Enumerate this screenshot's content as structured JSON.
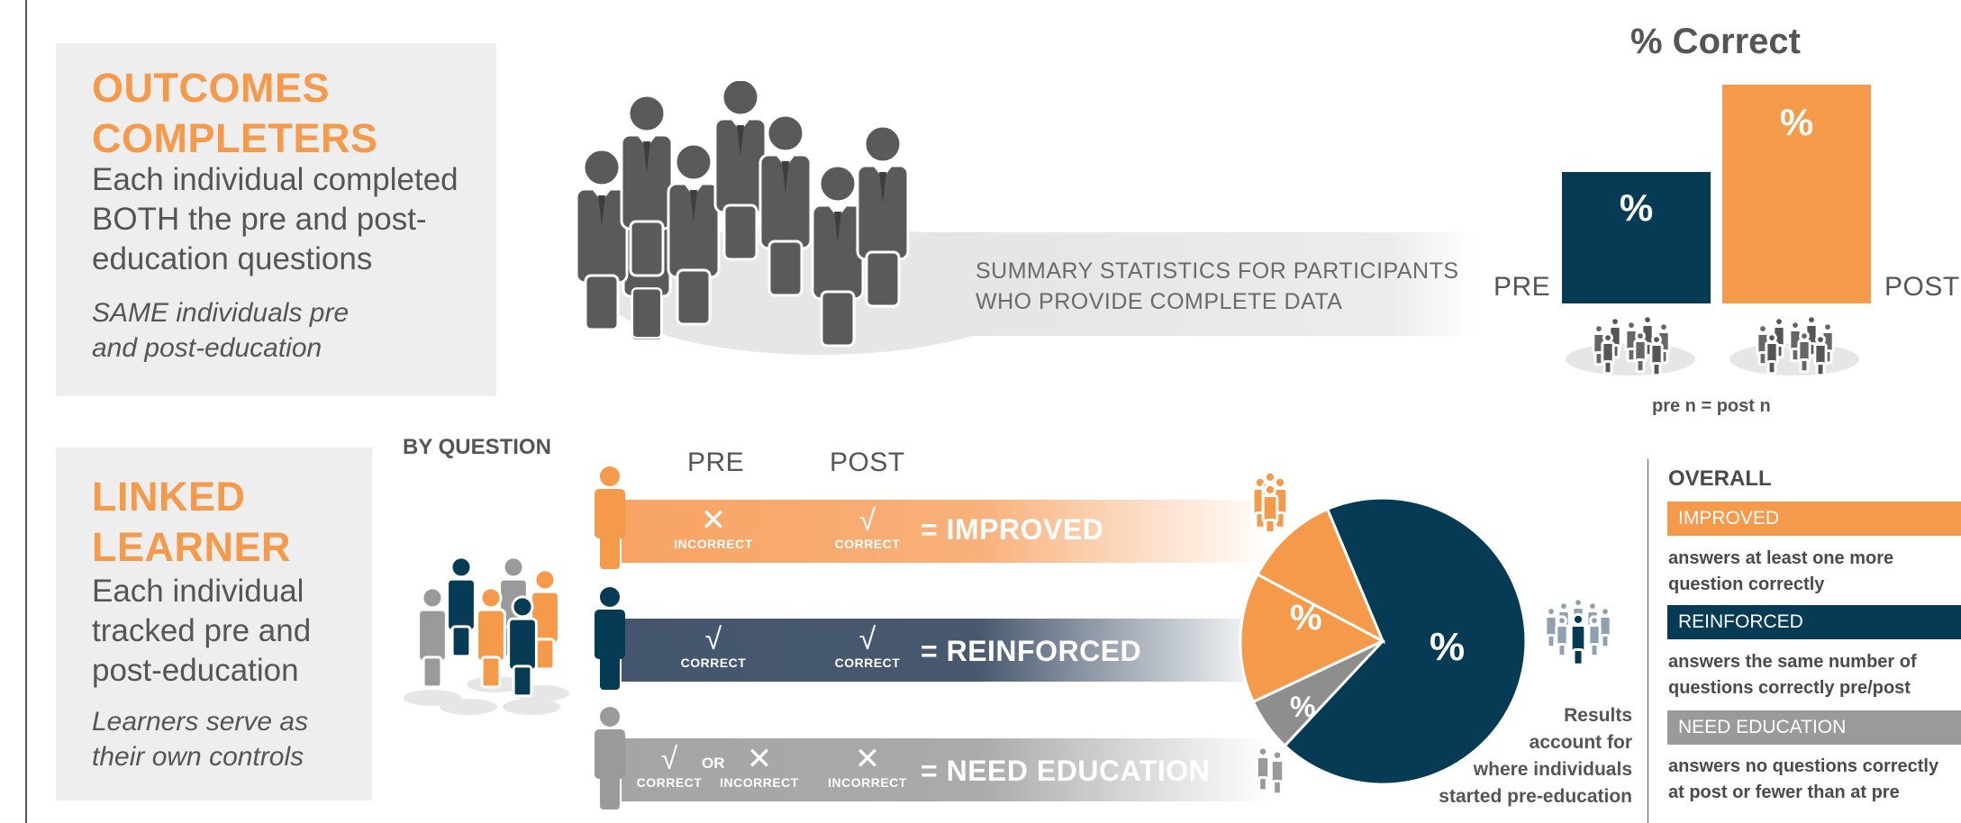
{
  "outcomes": {
    "title_line1": "OUTCOMES",
    "title_line2": "COMPLETERS",
    "description": "Each individual completed BOTH the pre and post-education questions",
    "note": "SAME individuals pre and post-education"
  },
  "summary": {
    "line1": "SUMMARY STATISTICS FOR PARTICIPANTS",
    "line2": "WHO PROVIDE COMPLETE DATA"
  },
  "correct_chart": {
    "title": "% Correct",
    "pre_label": "PRE",
    "post_label": "POST",
    "pre_bar_text": "%",
    "post_bar_text": "%",
    "footnote": "pre n = post n"
  },
  "linked": {
    "title_line1": "LINKED",
    "title_line2": "LEARNER",
    "description": "Each individual tracked pre and post-education",
    "note": "Learners serve as their own controls"
  },
  "by_question": {
    "heading": "BY QUESTION",
    "pre_header": "PRE",
    "post_header": "POST",
    "rows": [
      {
        "pre_symbol": "✕",
        "pre_text": "INCORRECT",
        "post_symbol": "√",
        "post_text": "CORRECT",
        "result": "= IMPROVED"
      },
      {
        "pre_symbol": "√",
        "pre_text": "CORRECT",
        "post_symbol": "√",
        "post_text": "CORRECT",
        "result": "= REINFORCED"
      },
      {
        "pre_symbol_a": "√",
        "pre_text_a": "CORRECT",
        "or_text": "OR",
        "pre_symbol_b": "✕",
        "pre_text_b": "INCORRECT",
        "post_symbol": "✕",
        "post_text": "INCORRECT",
        "result": "= NEED EDUCATION"
      }
    ]
  },
  "pie": {
    "improved_label": "%",
    "reinforced_label": "%",
    "need_label": "%",
    "caption_line1": "Results",
    "caption_line2": "account for",
    "caption_line3": "where individuals",
    "caption_line4": "started pre-education"
  },
  "overall": {
    "heading": "OVERALL",
    "items": [
      {
        "label": "IMPROVED",
        "desc_line1": "answers at least one more",
        "desc_line2": "question correctly"
      },
      {
        "label": "REINFORCED",
        "desc_line1": "answers the same number of",
        "desc_line2": "questions correctly pre/post"
      },
      {
        "label": "NEED EDUCATION",
        "desc_line1": "answers no questions correctly",
        "desc_line2": "at post or fewer than at pre"
      }
    ]
  },
  "colors": {
    "orange": "#f5994a",
    "navy": "#063b56",
    "gray": "#9a9a9a",
    "dark_gray": "#5a5a5a",
    "panel_bg": "#efeeee"
  }
}
